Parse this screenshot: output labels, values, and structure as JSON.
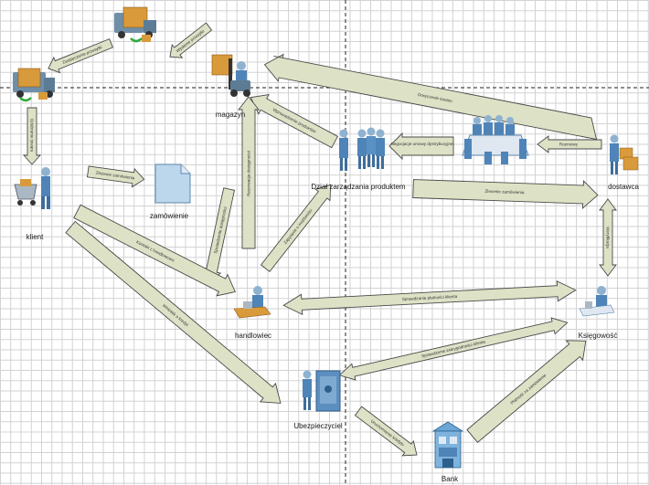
{
  "nodes": {
    "truck_top": {
      "label": ""
    },
    "truck_left": {
      "label": ""
    },
    "magazyn": {
      "label": "magazyn"
    },
    "klient": {
      "label": "klient"
    },
    "zamowienie": {
      "label": "zamówienie"
    },
    "dzial": {
      "label": "Dział zarządzania produktem"
    },
    "meeting": {
      "label": ""
    },
    "dostawca": {
      "label": "dostawca"
    },
    "handlowiec": {
      "label": "handlowiec"
    },
    "ksiegowosc": {
      "label": "Księgowość"
    },
    "ubezpieczyciel": {
      "label": "Ubezpieczyciel"
    },
    "bank": {
      "label": "Bank"
    }
  },
  "arrows": {
    "a1": "Dostarczenie przesyłki",
    "a2": "Wysłanie przesyłki",
    "a3": "Doręczenie towaru",
    "a4": "Odebranie towaru",
    "a5": "Złożenie zamówienia",
    "a6": "Wprowadzenie produktów",
    "a7": "Negocjacje umowy dystrybucyjnej",
    "a8": "Rozmowy",
    "a9": "Zlecenie zamówienia",
    "a10": "Rezerwacja dostępności",
    "a11": "Sprawdzenie dostępności",
    "a12": "Zapytanie o możliwości",
    "a13": "Kontakt z handlowcem",
    "a14": "Wniosek o kredyt",
    "a15": "Sprawdzanie płatności klienta",
    "a16": "Weryfikacja",
    "a17": "Sprawdzenie wiarygodności klienta",
    "a18": "Płatność za zamówienie",
    "a19": "Uruchomienie kredytu"
  }
}
